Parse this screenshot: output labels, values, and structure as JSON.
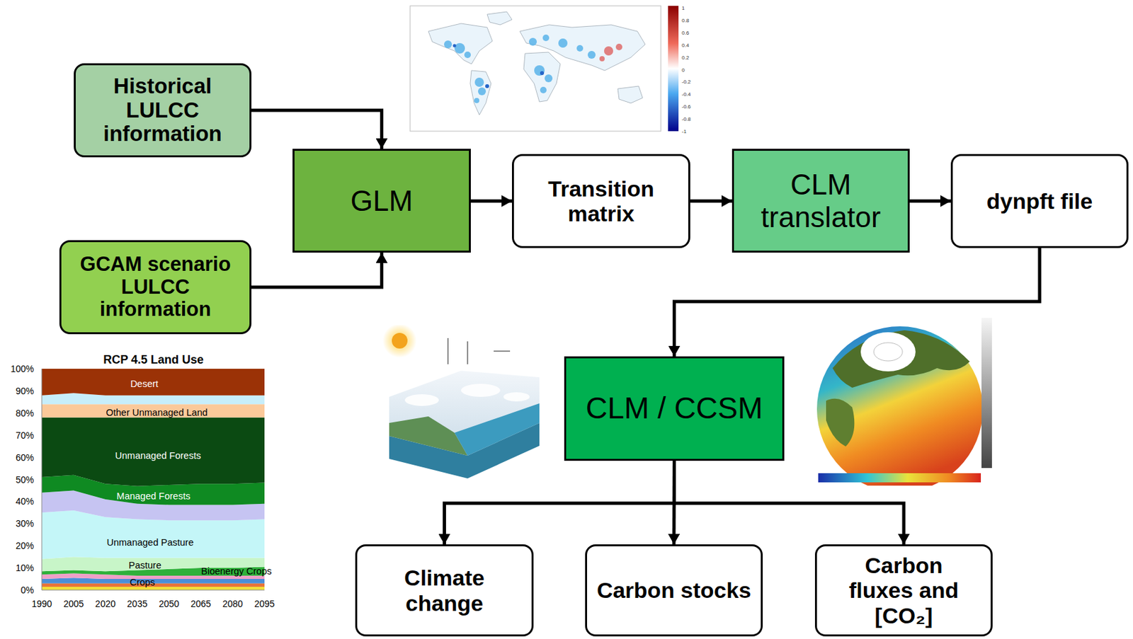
{
  "diagram": {
    "nodes": [
      {
        "text": [
          "Historical LULCC information"
        ]
      },
      {
        "text": [
          "GLM"
        ]
      },
      {
        "text": [
          "GCAM scenario LULCC information"
        ]
      },
      {
        "text": [
          "Transition matrix"
        ]
      },
      {
        "text": [
          "CLM translator"
        ]
      },
      {
        "text": [
          "dynpft file"
        ]
      },
      {
        "text": [
          "CLM / CCSM"
        ]
      },
      {
        "text": [
          "Climate change"
        ]
      },
      {
        "text": [
          "Carbon stocks"
        ]
      },
      {
        "text": [
          "Carbon fluxes and [CO₂]"
        ]
      }
    ],
    "edges": [
      {
        "from": 0,
        "to": 1,
        "arrow": "to"
      },
      {
        "from": 2,
        "to": 1,
        "arrow": "to"
      },
      {
        "from": 1,
        "to": 3,
        "arrow": "to"
      },
      {
        "from": 3,
        "to": 4,
        "arrow": "to"
      },
      {
        "from": 4,
        "to": 5,
        "arrow": "to"
      },
      {
        "from": 5,
        "to": 6,
        "arrow": "to"
      },
      {
        "from": 6,
        "to": 7,
        "arrow": "to"
      },
      {
        "from": 6,
        "to": 8,
        "arrow": "to"
      },
      {
        "from": 6,
        "to": 9,
        "arrow": "to"
      }
    ],
    "labels": [
      "1",
      "0.8",
      "0.6",
      "0.4",
      "0.2",
      "0",
      "-0.2",
      "-0.4",
      "-0.6",
      "-0.8",
      "-1",
      "RCP 4.5 Land Use",
      "100%",
      "90%",
      "80%",
      "70%",
      "60%",
      "50%",
      "40%",
      "30%",
      "20%",
      "10%",
      "0%",
      "1990",
      "2005",
      "2020",
      "2035",
      "2050",
      "2065",
      "2080",
      "2095",
      "Desert",
      "Other Unmanaged Land",
      "Unmanaged Forests",
      "Managed Forests",
      "Unmanaged Pasture",
      "Pasture",
      "Bioenergy Crops",
      "Crops"
    ]
  }
}
